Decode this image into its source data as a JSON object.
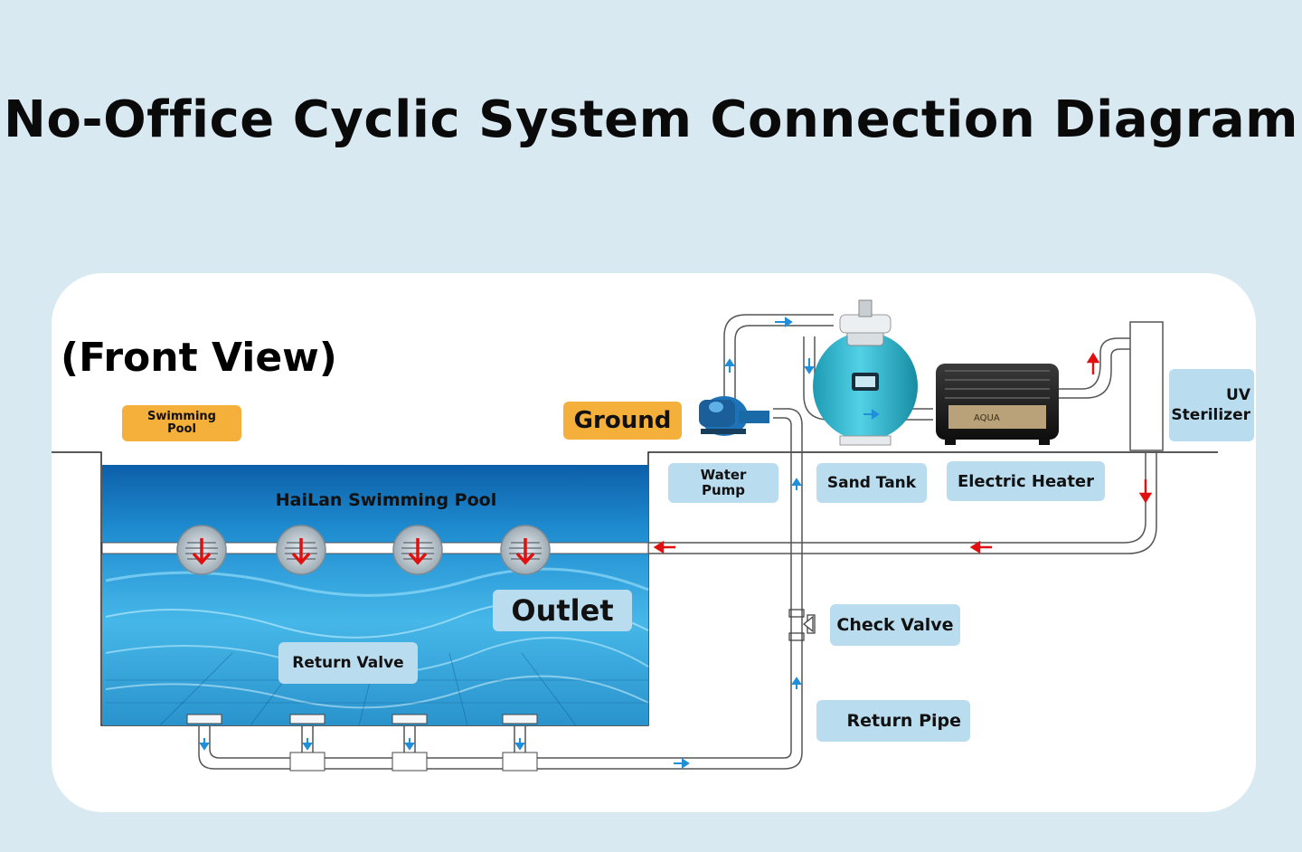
{
  "title": "No-Office Cyclic System Connection Diagram",
  "view_label": "(Front View)",
  "labels": {
    "swimming_pool": "Swimming Pool",
    "ground": "Ground",
    "pool_name": "HaiLan Swimming Pool",
    "outlet": "Outlet",
    "return_valve": "Return Valve",
    "water_pump": "Water Pump",
    "sand_tank": "Sand Tank",
    "electric_heater": "Electric Heater",
    "uv_sterilizer": "UV Sterilizer",
    "check_valve": "Check Valve",
    "return_pipe": "Return Pipe",
    "heater_brand": "AQUA"
  },
  "colors": {
    "background": "#d9e9f2",
    "label_blue": "#b9dcef",
    "label_orange": "#f4b03a",
    "flow_arrow_red": "#e01010",
    "flow_arrow_blue": "#1e8fd8",
    "sand_tank": "#2fb3c9",
    "pool_water": "#1a7fc6"
  },
  "icons": {
    "outlet_drain": "round-grate-drain-icon",
    "flow_arrow": "arrow-icon",
    "water_pump": "pump-icon",
    "sand_tank": "sand-filter-tank-icon",
    "electric_heater": "heater-icon",
    "uv_sterilizer": "uv-lamp-icon",
    "check_valve": "check-valve-icon"
  }
}
